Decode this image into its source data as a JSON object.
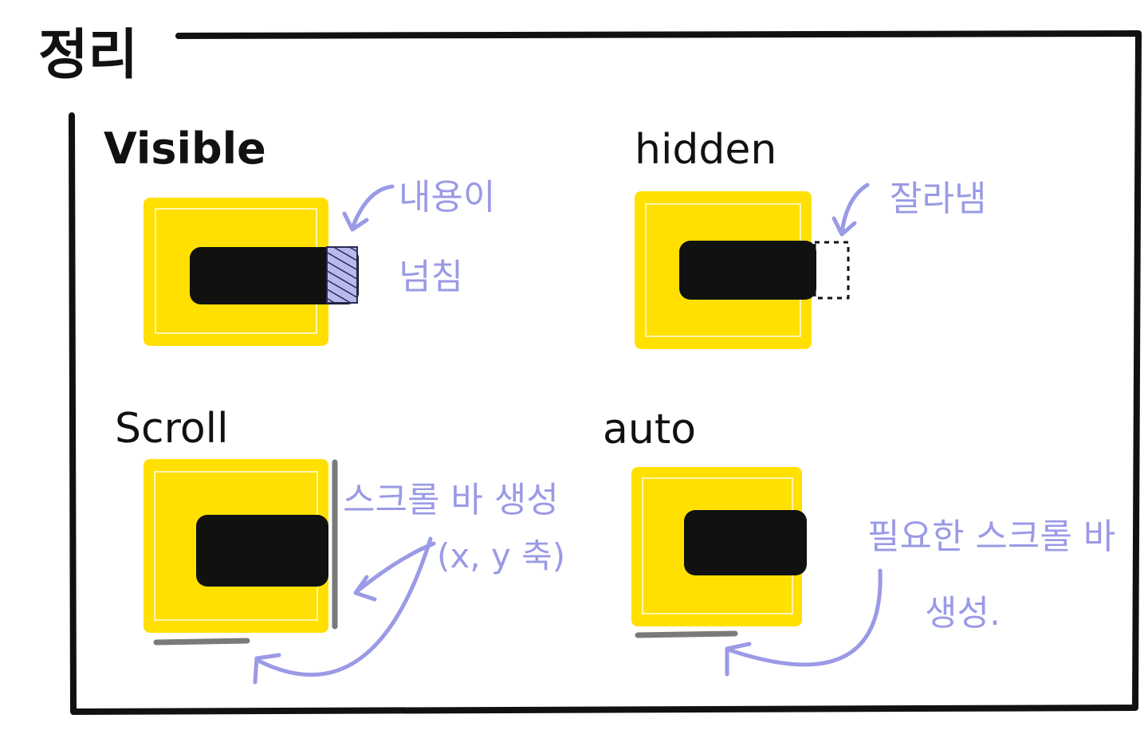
{
  "title": "정리",
  "colors": {
    "ink": "#111111",
    "box_yellow": "#FFE000",
    "annotation": "#9A9AE6",
    "scrollbar": "#7a7a7a"
  },
  "panels": {
    "visible": {
      "label": "Visible",
      "note_line1": "내용이",
      "note_line2": "넘침"
    },
    "hidden": {
      "label": "hidden",
      "note_line1": "잘라냄"
    },
    "scroll": {
      "label": "Scroll",
      "note_line1": "스크롤 바 생성",
      "note_line2": "(x, y 축)"
    },
    "auto": {
      "label": "auto",
      "note_line1": "필요한 스크롤 바",
      "note_line2": "생성."
    }
  }
}
